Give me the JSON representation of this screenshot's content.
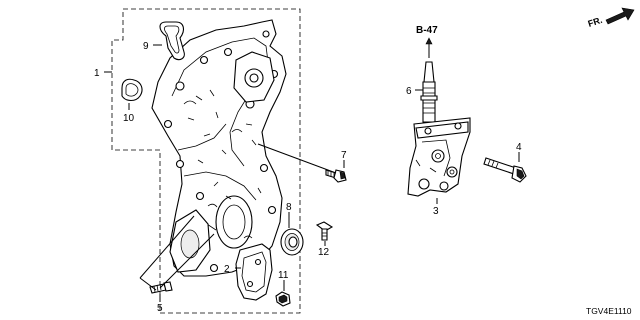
{
  "callouts": {
    "c1": "1",
    "c2": "2",
    "c3": "3",
    "c4": "4",
    "c5": "5",
    "c6": "6",
    "c7": "7",
    "c8": "8",
    "c9": "9",
    "c10": "10",
    "c11": "11",
    "c12": "12"
  },
  "reference_label": "B-47",
  "direction_label": "FR.",
  "diagram_code": "TGV4E1110"
}
